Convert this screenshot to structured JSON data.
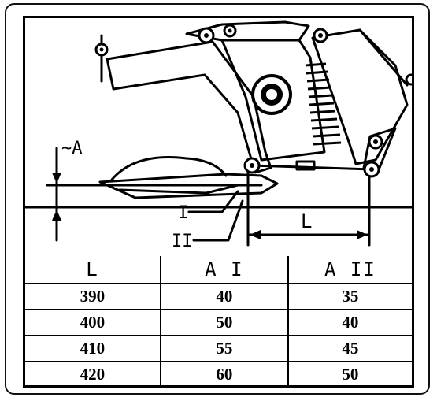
{
  "diagram": {
    "labels": {
      "approx_a": "~A",
      "position_1": "I",
      "position_2": "II",
      "length": "L"
    }
  },
  "table": {
    "headers": [
      "L",
      "A I",
      "A II"
    ],
    "rows": [
      [
        "390",
        "40",
        "35"
      ],
      [
        "400",
        "50",
        "40"
      ],
      [
        "410",
        "55",
        "45"
      ],
      [
        "420",
        "60",
        "50"
      ]
    ]
  }
}
